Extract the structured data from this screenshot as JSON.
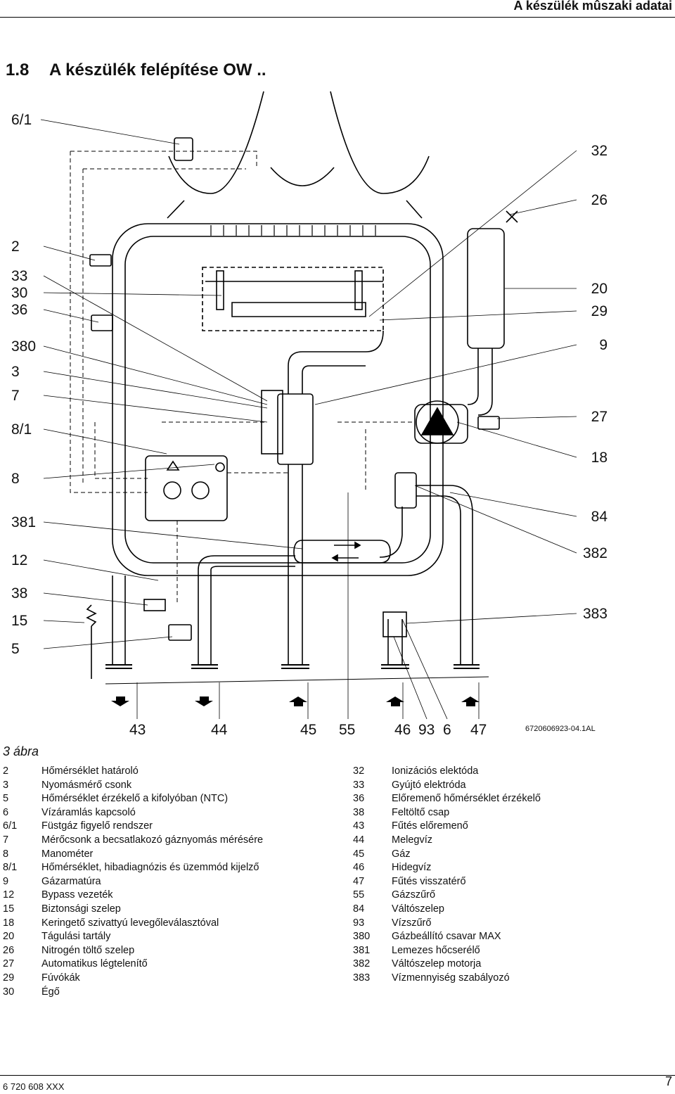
{
  "header": {
    "title": "A készülék mûszaki adatai"
  },
  "section": {
    "number": "1.8",
    "title": "A készülék felépítése OW .."
  },
  "callouts_left": [
    "6/1",
    "2",
    "33",
    "30",
    "36",
    "380",
    "3",
    "7",
    "8/1",
    "8",
    "381",
    "12",
    "38",
    "15",
    "5"
  ],
  "callouts_right": [
    "32",
    "26",
    "20",
    "29",
    "9",
    "27",
    "18",
    "84",
    "382",
    "383"
  ],
  "bottom_labels": [
    "43",
    "44",
    "45",
    "55",
    "46",
    "93",
    "6",
    "47"
  ],
  "figure": {
    "code": "6720606923-04.1AL",
    "label": "3 ábra"
  },
  "legend_left": [
    {
      "n": "2",
      "text": "Hőmérséklet határoló"
    },
    {
      "n": "3",
      "text": "Nyomásmérő csonk"
    },
    {
      "n": "5",
      "text": "Hőmérséklet érzékelő a kifolyóban (NTC)"
    },
    {
      "n": "6",
      "text": "Vízáramlás kapcsoló"
    },
    {
      "n": "6/1",
      "text": "Füstgáz figyelő rendszer"
    },
    {
      "n": "7",
      "text": "Mérőcsonk a becsatlakozó gáznyomás mérésére"
    },
    {
      "n": "8",
      "text": "Manométer"
    },
    {
      "n": "8/1",
      "text": "Hőmérséklet, hibadiagnózis és üzemmód kijelző"
    },
    {
      "n": "9",
      "text": "Gázarmatúra"
    },
    {
      "n": "12",
      "text": "Bypass vezeték"
    },
    {
      "n": "15",
      "text": "Biztonsági szelep"
    },
    {
      "n": "18",
      "text": "Keringető szivattyú levegőleválasztóval"
    },
    {
      "n": "20",
      "text": "Tágulási tartály"
    },
    {
      "n": "26",
      "text": "Nitrogén töltő szelep"
    },
    {
      "n": "27",
      "text": "Automatikus légtelenítő"
    },
    {
      "n": "29",
      "text": "Fúvókák"
    },
    {
      "n": "30",
      "text": "Égő"
    }
  ],
  "legend_right": [
    {
      "n": "32",
      "text": "Ionizációs elektóda"
    },
    {
      "n": "33",
      "text": "Gyújtó elektróda"
    },
    {
      "n": "36",
      "text": "Előremenő hőmérséklet érzékelő"
    },
    {
      "n": "38",
      "text": "Feltöltő csap"
    },
    {
      "n": "43",
      "text": "Fűtés előremenő"
    },
    {
      "n": "44",
      "text": "Melegvíz"
    },
    {
      "n": "45",
      "text": "Gáz"
    },
    {
      "n": "46",
      "text": "Hidegvíz"
    },
    {
      "n": "47",
      "text": "Fűtés visszatérő"
    },
    {
      "n": "55",
      "text": "Gázszűrő"
    },
    {
      "n": "84",
      "text": "Váltószelep"
    },
    {
      "n": "93",
      "text": "Vízszűrő"
    },
    {
      "n": "380",
      "text": "Gázbeállító csavar MAX"
    },
    {
      "n": "381",
      "text": "Lemezes hőcserélő"
    },
    {
      "n": "382",
      "text": "Váltószelep motorja"
    },
    {
      "n": "383",
      "text": "Vízmennyiség szabályozó"
    }
  ],
  "footer": {
    "left": "6 720 608 XXX",
    "right": "7"
  }
}
